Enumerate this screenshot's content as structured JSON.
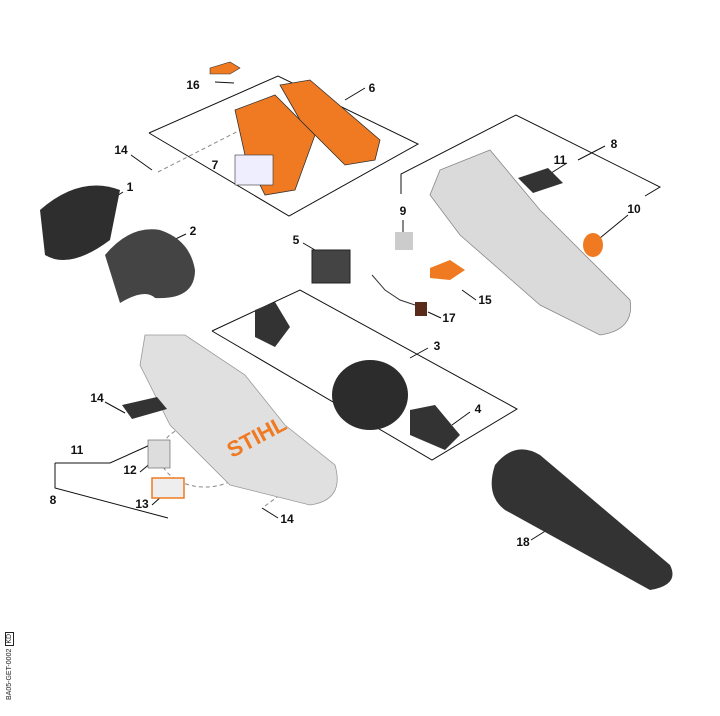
{
  "diagram": {
    "callouts": [
      "16",
      "6",
      "14",
      "7",
      "8",
      "11",
      "1",
      "9",
      "10",
      "2",
      "5",
      "15",
      "17",
      "3",
      "4",
      "14",
      "11",
      "12",
      "8",
      "13",
      "14",
      "18"
    ],
    "brand_text": "STIHL",
    "doc_id": "BA05-GET-0002",
    "doc_tag": "KD"
  },
  "colors": {
    "orange": "#f07a22",
    "dark": "#3a3a3a",
    "grey": "#d8d8d8"
  }
}
